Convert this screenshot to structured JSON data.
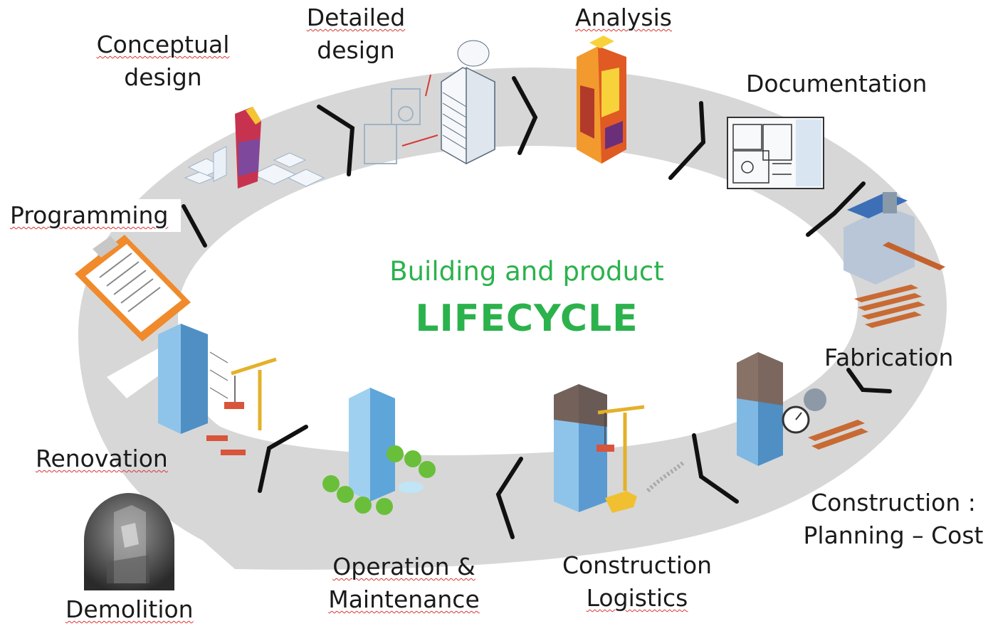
{
  "center": {
    "subtitle": "Building and product",
    "title": "LIFECYCLE"
  },
  "stages": [
    {
      "id": "conceptual-design",
      "lines": [
        "Conceptual",
        "design"
      ]
    },
    {
      "id": "detailed-design",
      "lines": [
        "Detailed",
        "design"
      ]
    },
    {
      "id": "analysis",
      "lines": [
        "Analysis"
      ]
    },
    {
      "id": "documentation",
      "lines": [
        "Documentation"
      ]
    },
    {
      "id": "fabrication",
      "lines": [
        "Fabrication"
      ]
    },
    {
      "id": "construction-planning-cost",
      "lines": [
        "Construction :",
        "Planning – Cost"
      ]
    },
    {
      "id": "construction-logistics",
      "lines": [
        "Construction",
        "Logistics"
      ]
    },
    {
      "id": "operation-maintenance",
      "lines": [
        "Operation &",
        "Maintenance"
      ]
    },
    {
      "id": "renovation",
      "lines": [
        "Renovation"
      ]
    },
    {
      "id": "demolition",
      "lines": [
        "Demolition"
      ]
    },
    {
      "id": "programming",
      "lines": [
        "Programming"
      ]
    }
  ],
  "icons": [
    "massing-blocks-icon",
    "floor-plan-to-tower-icon",
    "heatmap-tower-icon",
    "blueprint-icon",
    "fabrication-machine-icon",
    "cost-tower-icon",
    "crane-tower-icon",
    "green-tower-icon",
    "renovation-crane-icon",
    "demolition-photo-icon",
    "clipboard-icon"
  ],
  "colors": {
    "ring": "#d6d6d6",
    "accent": "#2bb24c",
    "divider": "#111111"
  }
}
